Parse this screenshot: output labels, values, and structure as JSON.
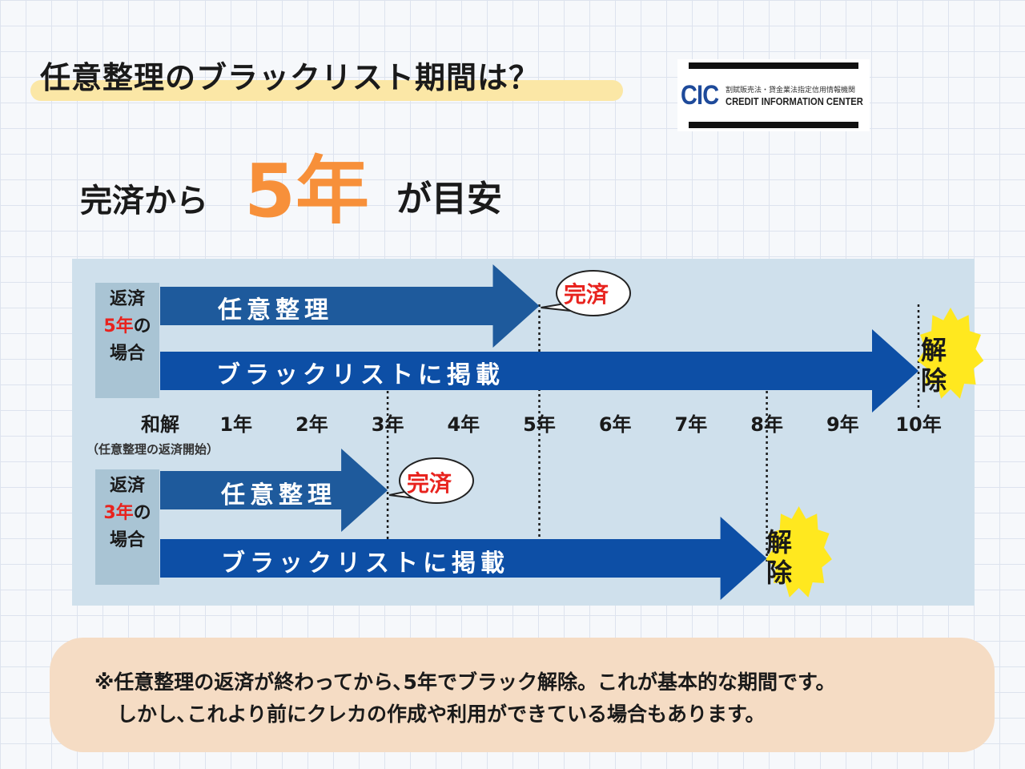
{
  "header": {
    "title": "任意整理のブラックリスト期間は？",
    "logo": {
      "letters": "CIC",
      "subtitle": "割賦販売法・貸金業法指定信用情報機関",
      "name": "CREDIT INFORMATION CENTER"
    }
  },
  "headline": {
    "prefix": "完済から",
    "number": "5年",
    "suffix": "が目安"
  },
  "timeline": {
    "ticks": [
      "和解",
      "1年",
      "2年",
      "3年",
      "4年",
      "5年",
      "6年",
      "7年",
      "8年",
      "9年",
      "10年"
    ],
    "start_note": "（任意整理の返済開始）",
    "cases": [
      {
        "label_line1": "返済",
        "label_years": "5年",
        "label_no": "の",
        "label_line3": "場合",
        "repay_label": "任意整理",
        "repay_end_year": 5,
        "blacklist_label": "ブラックリストに掲載",
        "blacklist_end_year": 10,
        "paid_label": "完済",
        "release_line1": "解",
        "release_line2": "除"
      },
      {
        "label_line1": "返済",
        "label_years": "3年",
        "label_no": "の",
        "label_line3": "場合",
        "repay_label": "任意整理",
        "repay_end_year": 3,
        "blacklist_label": "ブラックリストに掲載",
        "blacklist_end_year": 8,
        "paid_label": "完済",
        "release_line1": "解",
        "release_line2": "除"
      }
    ]
  },
  "note": {
    "line1": "※任意整理の返済が終わってから､5年でブラック解除。これが基本的な期間です。",
    "line2": "しかし､これより前にクレカの作成や利用ができている場合もあります。"
  },
  "colors": {
    "repay_arrow": "#1e5a9c",
    "blacklist_arrow": "#0d4fa6",
    "accent_orange": "#f7903a",
    "accent_red": "#e8231e",
    "release_yellow": "#ffe81f",
    "panel": "#cfe0ec",
    "note_bg": "#f5dcc4"
  }
}
